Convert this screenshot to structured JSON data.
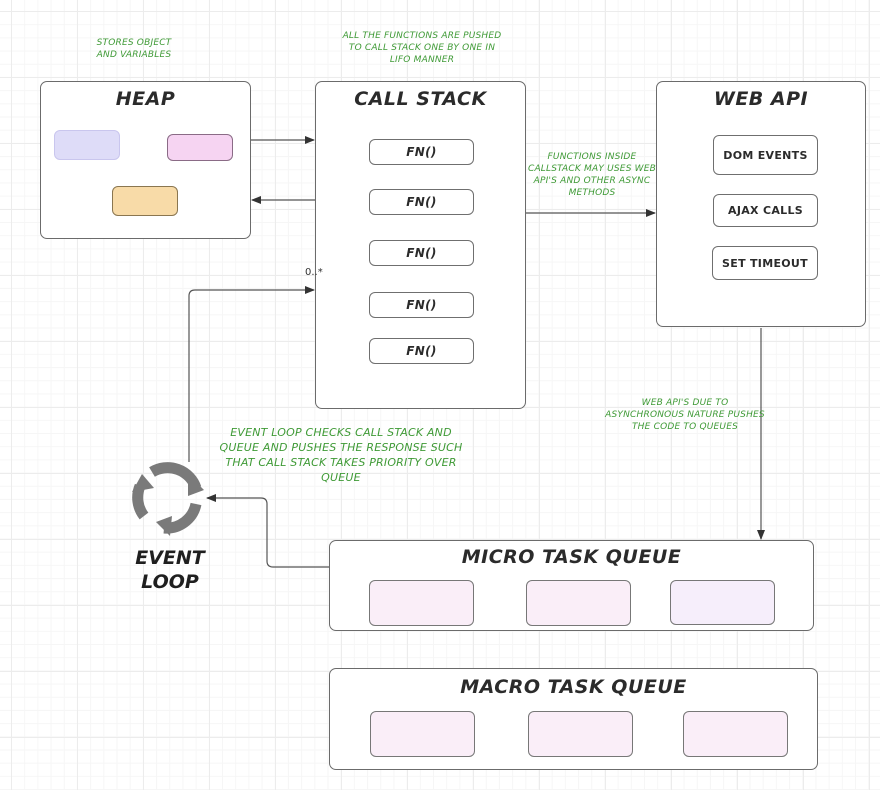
{
  "notes": {
    "heap": "STORES OBJECT  AND VARIABLES",
    "call_stack": "ALL THE FUNCTIONS ARE PUSHED TO CALL STACK ONE BY ONE IN LIFO MANNER",
    "web_api_link": "FUNCTIONS INSIDE CALLSTACK MAY USES WEB API'S AND OTHER ASYNC METHODS",
    "queues_link": "WEB API'S DUE TO ASYNCHRONOUS NATURE PUSHES THE CODE TO QUEUES",
    "event_loop": "EVENT LOOP CHECKS CALL STACK AND QUEUE AND PUSHES THE RESPONSE SUCH THAT CALL STACK TAKES PRIORITY OVER QUEUE"
  },
  "heap": {
    "title": "HEAP",
    "chips": [
      {
        "fill": "#dedcf8",
        "border": "#c9c6ee"
      },
      {
        "fill": "#f6d4f2",
        "border": "#8a6b86"
      },
      {
        "fill": "#f8dba8",
        "border": "#8a7650"
      }
    ]
  },
  "call_stack": {
    "title": "CALL STACK",
    "frames": [
      "FN()",
      "FN()",
      "FN()",
      "FN()",
      "FN()"
    ]
  },
  "web_api": {
    "title": "WEB API",
    "items": [
      "DOM EVENTS",
      "AJAX CALLS",
      "SET TIMEOUT"
    ]
  },
  "multiplicity": "0..*",
  "event_loop": {
    "label_line1": "EVENT",
    "label_line2": "LOOP",
    "icon_color": "#7a7a7a"
  },
  "micro_queue": {
    "title": "MICRO TASK  QUEUE",
    "slots": [
      {
        "fill": "#faeef8"
      },
      {
        "fill": "#faeef8"
      },
      {
        "fill": "#f6eefb"
      }
    ]
  },
  "macro_queue": {
    "title": "MACRO TASK QUEUE",
    "slots": [
      {
        "fill": "#faeef8"
      },
      {
        "fill": "#faeef8"
      },
      {
        "fill": "#faeef8"
      }
    ]
  },
  "colors": {
    "note_text": "#3f9a36",
    "outline": "#6b6b6b",
    "title_text": "#2b2b2b"
  }
}
